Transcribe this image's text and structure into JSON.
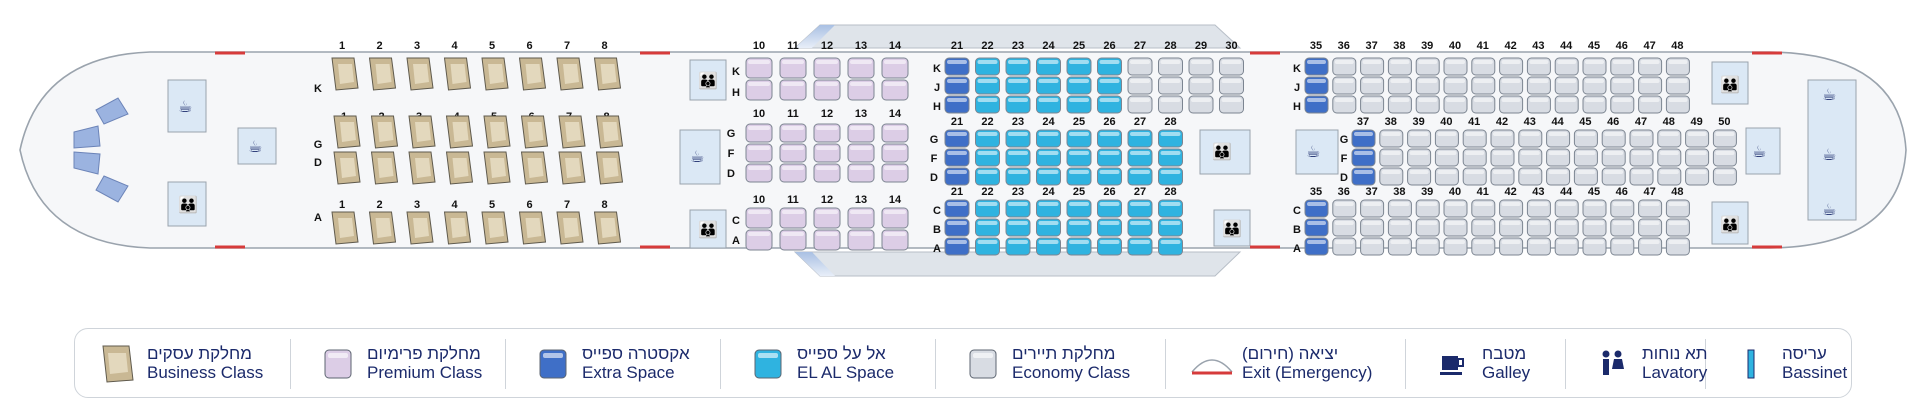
{
  "colors": {
    "business": "#c9b894",
    "premium": "#dccde6",
    "extra_space": "#3f6fc7",
    "el_al_space": "#2fb3e0",
    "economy": "#d8dce3",
    "exit": "#d63b3b",
    "text": "#1b2a6b",
    "fuselage": "#f6f7f9",
    "outline": "#9aa3ad"
  },
  "cabin": {
    "business": {
      "rows": [
        "1",
        "2",
        "3",
        "4",
        "5",
        "6",
        "7",
        "8"
      ],
      "seat_letters": [
        "K",
        "G",
        "D",
        "A"
      ]
    },
    "premium": {
      "rows": [
        "10",
        "11",
        "12",
        "13",
        "14"
      ],
      "top_letters": [
        "K",
        "H"
      ],
      "middle_letters": [
        "G",
        "F",
        "D"
      ],
      "bottom_letters": [
        "C",
        "A"
      ]
    },
    "main_front": {
      "top_rows": [
        "21",
        "22",
        "23",
        "24",
        "25",
        "26",
        "27",
        "28",
        "29",
        "30"
      ],
      "middle_rows": [
        "21",
        "22",
        "23",
        "24",
        "25",
        "26",
        "27",
        "28"
      ],
      "bottom_rows": [
        "21",
        "22",
        "23",
        "24",
        "25",
        "26",
        "27",
        "28"
      ],
      "top_letters": [
        "K",
        "J",
        "H"
      ],
      "middle_letters": [
        "G",
        "F",
        "D"
      ],
      "bottom_letters": [
        "C",
        "B",
        "A"
      ]
    },
    "main_rear": {
      "top_rows": [
        "35",
        "36",
        "37",
        "38",
        "39",
        "40",
        "41",
        "42",
        "43",
        "44",
        "45",
        "46",
        "47",
        "48"
      ],
      "middle_rows": [
        "37",
        "38",
        "39",
        "40",
        "41",
        "42",
        "43",
        "44",
        "45",
        "46",
        "47",
        "48",
        "49",
        "50"
      ],
      "bottom_rows": [
        "35",
        "36",
        "37",
        "38",
        "39",
        "40",
        "41",
        "42",
        "43",
        "44",
        "45",
        "46",
        "47",
        "48"
      ],
      "top_letters": [
        "K",
        "J",
        "H"
      ],
      "middle_letters": [
        "G",
        "F",
        "D"
      ],
      "bottom_letters": [
        "C",
        "B",
        "A"
      ]
    }
  },
  "legend": {
    "items": [
      {
        "icon": "business-seat-icon",
        "he": "מחלקת עסקים",
        "en": "Business Class"
      },
      {
        "icon": "premium-seat-icon",
        "he": "מחלקת פרימיום",
        "en": "Premium Class"
      },
      {
        "icon": "extra-space-seat-icon",
        "he": "אקסטרה ספייס",
        "en": "Extra Space"
      },
      {
        "icon": "el-al-space-seat-icon",
        "he": "אל על ספייס",
        "en": "EL AL Space"
      },
      {
        "icon": "economy-seat-icon",
        "he": "מחלקת תיירים",
        "en": "Economy Class"
      },
      {
        "icon": "exit-icon",
        "he": "יציאה (חירום)",
        "en": "Exit (Emergency)"
      },
      {
        "icon": "galley-icon",
        "he": "מטבח",
        "en": "Galley"
      },
      {
        "icon": "lavatory-icon",
        "he": "תא נוחות",
        "en": "Lavatory"
      },
      {
        "icon": "bassinet-icon",
        "he": "עריסה",
        "en": "Bassinet"
      }
    ]
  }
}
